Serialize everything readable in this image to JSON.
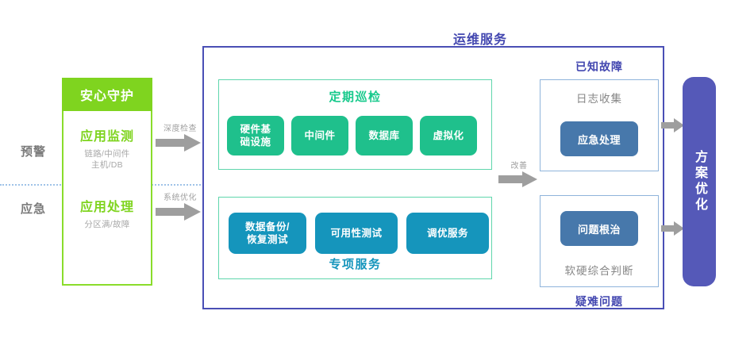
{
  "diagram": {
    "outer_title": "运维服务",
    "left_stage_labels": [
      {
        "id": "yujing",
        "text": "预警"
      },
      {
        "id": "yingji",
        "text": "应急"
      }
    ],
    "left_panel": {
      "header": "安心守护",
      "cells": [
        {
          "title": "应用监测",
          "sub_line1": "链路/中间件",
          "sub_line2": "主机/DB"
        },
        {
          "title": "应用处理",
          "sub_line1": "分区满/故障",
          "sub_line2": ""
        }
      ]
    },
    "connector_arrows": [
      {
        "id": "deep-check",
        "caption": "深度检查"
      },
      {
        "id": "system-optimize",
        "caption": "系统优化"
      },
      {
        "id": "improve",
        "caption": "改善"
      }
    ],
    "inspection_panel": {
      "title": "定期巡检",
      "chips": [
        {
          "line1": "硬件基",
          "line2": "础设施"
        },
        {
          "line1": "中间件",
          "line2": ""
        },
        {
          "line1": "数据库",
          "line2": ""
        },
        {
          "line1": "虚拟化",
          "line2": ""
        }
      ]
    },
    "special_panel": {
      "title": "专项服务",
      "chips": [
        {
          "line1": "数据备份/",
          "line2": "恢复测试"
        },
        {
          "line1": "可用性测试",
          "line2": ""
        },
        {
          "line1": "调优服务",
          "line2": ""
        }
      ]
    },
    "known_fault": {
      "caption": "已知故障",
      "text": "日志收集",
      "pill": "应急处理"
    },
    "hard_problem": {
      "caption": "疑难问题",
      "text": "软硬综合判断",
      "pill": "问题根治"
    },
    "outcome_bar": {
      "text": "方案优化"
    },
    "colors": {
      "green_header": "#7FD41F",
      "green_chip": "#1FC08C",
      "green_panel_border": "#5FD6AC",
      "blue_chip": "#1595BC",
      "steel_blue_pill": "#4778AB",
      "purple_border": "#4A4FB5",
      "purple_bar": "#5559B8",
      "gray_text": "#878787",
      "arrow_gray": "#9E9E9E"
    }
  }
}
